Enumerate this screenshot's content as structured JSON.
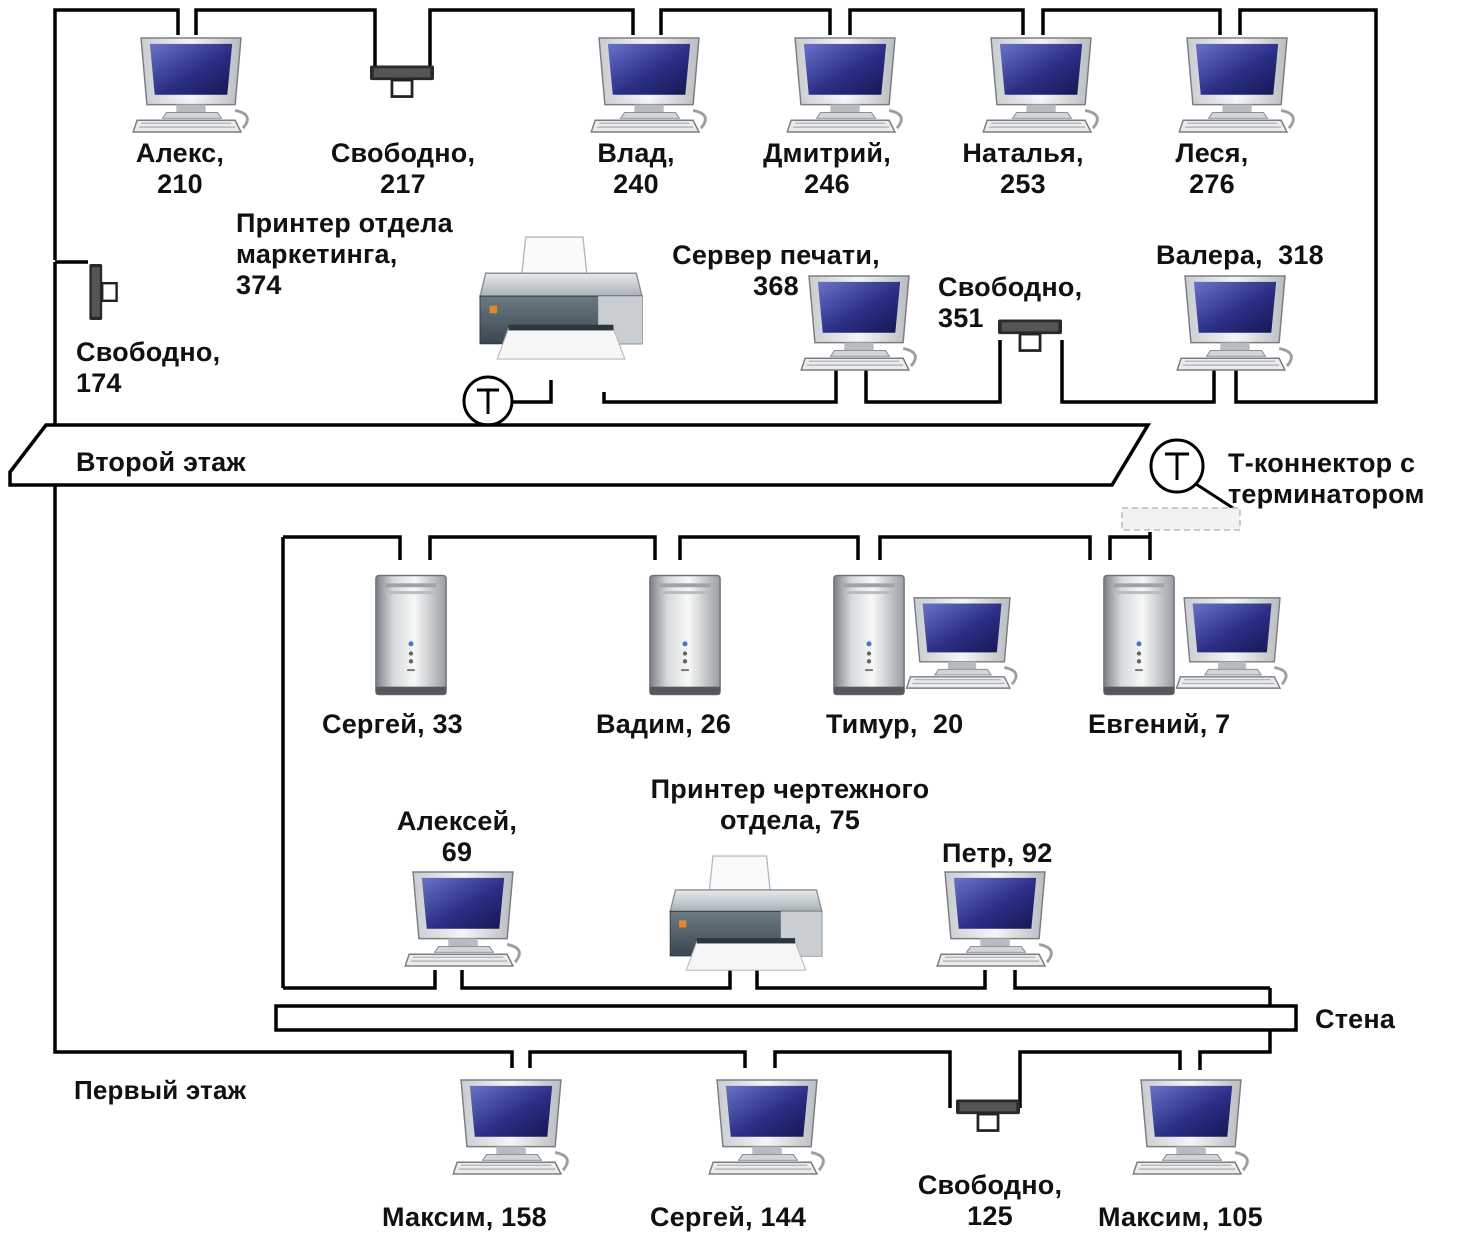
{
  "floors": {
    "second": "Второй этаж",
    "first": "Первый этаж"
  },
  "wall": "Стена",
  "legend": {
    "terminator_symbol": "T",
    "text": "Т-коннектор с\nтерминатором"
  },
  "second_floor": {
    "top_row": [
      {
        "name": "Алекс,",
        "number": "210",
        "icon": "monitor-icon"
      },
      {
        "name": "Свободно,",
        "number": "217",
        "icon": "t-connector-icon"
      },
      {
        "name": "Влад,",
        "number": "240",
        "icon": "monitor-icon"
      },
      {
        "name": "Дмитрий,",
        "number": "246",
        "icon": "monitor-icon"
      },
      {
        "name": "Наталья,",
        "number": "253",
        "icon": "monitor-icon"
      },
      {
        "name": "Леся,",
        "number": "276",
        "icon": "monitor-icon"
      }
    ],
    "left_free": "Свободно,\n174",
    "marketing_printer": "Принтер отдела\nмаркетинга,\n374",
    "print_server": "Сервер печати,\n368",
    "free_351": "Свободно,\n351",
    "valera": "Валера,  318"
  },
  "first_floor": {
    "towers": [
      {
        "label": "Сергей, 33",
        "icon": "pc-tower-icon"
      },
      {
        "label": "Вадим, 26",
        "icon": "pc-tower-icon"
      },
      {
        "label": "Тимур,  20",
        "icon": "pc-tower-monitor-icon"
      },
      {
        "label": "Евгений, 7",
        "icon": "pc-tower-monitor-icon"
      }
    ],
    "alexey": "Алексей,\n69",
    "drafting_printer": "Принтер чертежного\nотдела, 75",
    "petr": "Петр, 92",
    "bottom_row": [
      {
        "label": "Максим, 158",
        "icon": "monitor-icon"
      },
      {
        "label": "Сергей, 144",
        "icon": "monitor-icon"
      },
      {
        "label": "Свободно,\n125",
        "icon": "t-connector-icon"
      },
      {
        "label": "Максим, 105",
        "icon": "monitor-icon"
      }
    ]
  }
}
